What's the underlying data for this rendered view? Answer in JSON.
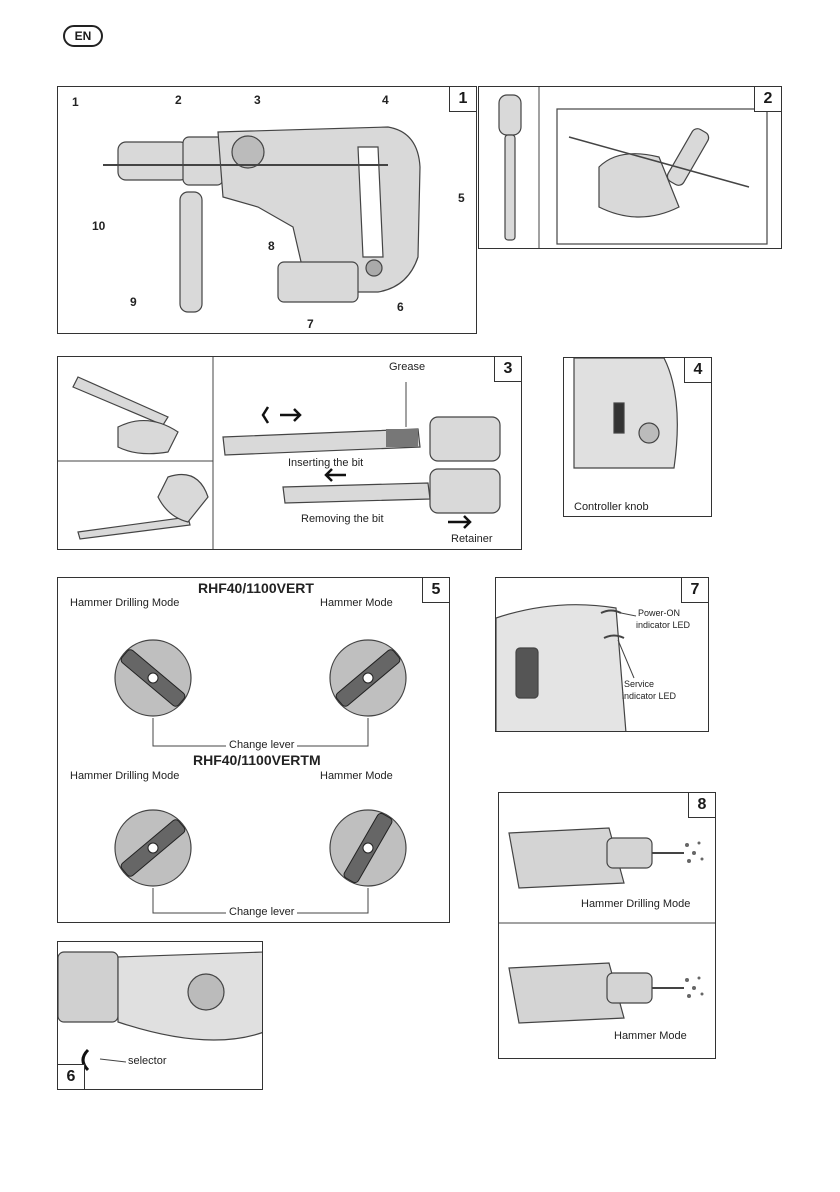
{
  "language_badge": "EN",
  "fig1": {
    "number": "1",
    "callouts": [
      "1",
      "2",
      "3",
      "4",
      "5",
      "6",
      "7",
      "8",
      "9",
      "10"
    ]
  },
  "fig2": {
    "number": "2"
  },
  "fig3": {
    "number": "3",
    "grease": "Grease",
    "inserting": "Inserting the bit",
    "removing": "Removing the bit",
    "retainer": "Retainer"
  },
  "fig4": {
    "number": "4",
    "controller": "Controller knob"
  },
  "fig5": {
    "number": "5",
    "model1": "RHF40/1100VERT",
    "model2": "RHF40/1100VERTM",
    "hammer_drilling": "Hammer Drilling Mode",
    "hammer": "Hammer Mode",
    "change_lever": "Change lever"
  },
  "fig6": {
    "number": "6",
    "selector": "selector"
  },
  "fig7": {
    "number": "7",
    "power_on": "Power-ON",
    "power_on_2": "indicator LED",
    "service": "Service",
    "service_2": "indicator LED"
  },
  "fig8": {
    "number": "8",
    "hammer_drilling": "Hammer Drilling Mode",
    "hammer": "Hammer Mode"
  }
}
